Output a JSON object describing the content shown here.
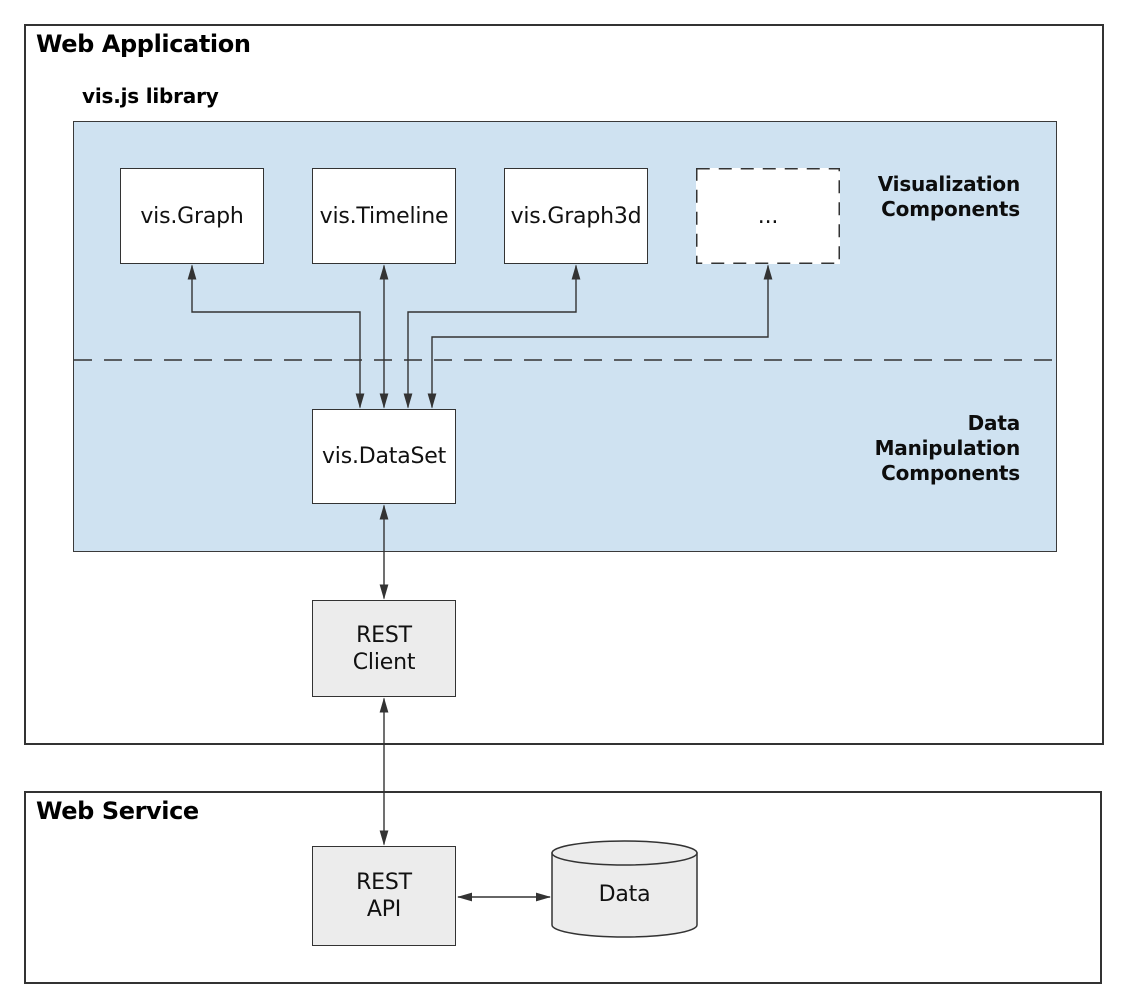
{
  "titles": {
    "web_application": "Web Application",
    "vis_library": "vis.js library",
    "web_service": "Web Service"
  },
  "section_labels": {
    "visualization": {
      "lines": [
        "Visualization",
        "Components"
      ]
    },
    "data_manipulation": {
      "lines": [
        "Data",
        "Manipulation",
        "Components"
      ]
    }
  },
  "viz_components": [
    {
      "label": "vis.Graph",
      "border": "solid"
    },
    {
      "label": "vis.Timeline",
      "border": "solid"
    },
    {
      "label": "vis.Graph3d",
      "border": "solid"
    },
    {
      "label": "...",
      "border": "dashed"
    }
  ],
  "data_components": [
    {
      "label": "vis.DataSet"
    }
  ],
  "service_nodes": {
    "rest_client": {
      "lines": [
        "REST",
        "Client"
      ]
    },
    "rest_api": {
      "lines": [
        "REST",
        "API"
      ]
    },
    "data_store": {
      "label": "Data",
      "shape": "cylinder"
    }
  },
  "connections": [
    {
      "from": "vis.Graph",
      "to": "vis.DataSet",
      "bidirectional": true
    },
    {
      "from": "vis.Timeline",
      "to": "vis.DataSet",
      "bidirectional": true
    },
    {
      "from": "vis.Graph3d",
      "to": "vis.DataSet",
      "bidirectional": true
    },
    {
      "from": "...",
      "to": "vis.DataSet",
      "bidirectional": true
    },
    {
      "from": "vis.DataSet",
      "to": "REST Client",
      "bidirectional": true
    },
    {
      "from": "REST Client",
      "to": "REST API",
      "bidirectional": true
    },
    {
      "from": "REST API",
      "to": "Data",
      "bidirectional": true
    }
  ],
  "colors": {
    "library_panel_fill": "#cfe2f1",
    "node_fill_white": "#ffffff",
    "node_fill_gray": "#ececec",
    "line": "#333333",
    "text": "#000000"
  }
}
